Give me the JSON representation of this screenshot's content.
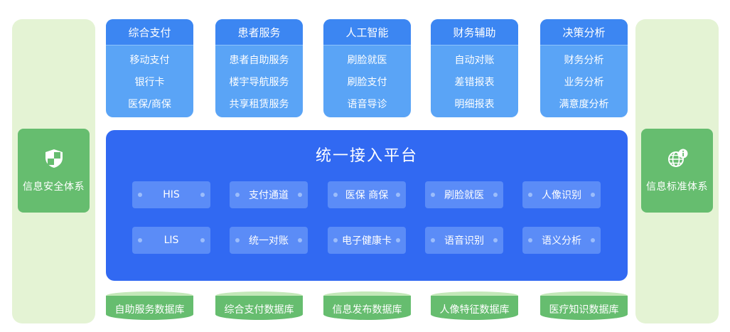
{
  "left_panel": {
    "label": "信息安全体系",
    "icon": "shield-icon"
  },
  "right_panel": {
    "label": "信息标准体系",
    "icon": "globe-info-icon"
  },
  "categories": [
    {
      "title": "综合支付",
      "items": [
        "移动支付",
        "银行卡",
        "医保/商保"
      ]
    },
    {
      "title": "患者服务",
      "items": [
        "患者自助服务",
        "楼宇导航服务",
        "共享租赁服务"
      ]
    },
    {
      "title": "人工智能",
      "items": [
        "刷脸就医",
        "刷脸支付",
        "语音导诊"
      ]
    },
    {
      "title": "财务辅助",
      "items": [
        "自动对账",
        "差错报表",
        "明细报表"
      ]
    },
    {
      "title": "决策分析",
      "items": [
        "财务分析",
        "业务分析",
        "满意度分析"
      ]
    }
  ],
  "platform": {
    "title": "统一接入平台",
    "modules": [
      "HIS",
      "支付通道",
      "医保 商保",
      "刷脸就医",
      "人像识别",
      "LIS",
      "统一对账",
      "电子健康卡",
      "语音识别",
      "语义分析"
    ]
  },
  "databases": [
    "自助服务数据库",
    "综合支付数据库",
    "信息发布数据库",
    "人像特征数据库",
    "医疗知识数据库"
  ],
  "colors": {
    "category_header": "#3c86f2",
    "category_body": "#5aa4f6",
    "platform": "#3169f2",
    "module": "#5b8cf7",
    "green": "#66bd6f",
    "side_panel": "#e4f3d4"
  }
}
